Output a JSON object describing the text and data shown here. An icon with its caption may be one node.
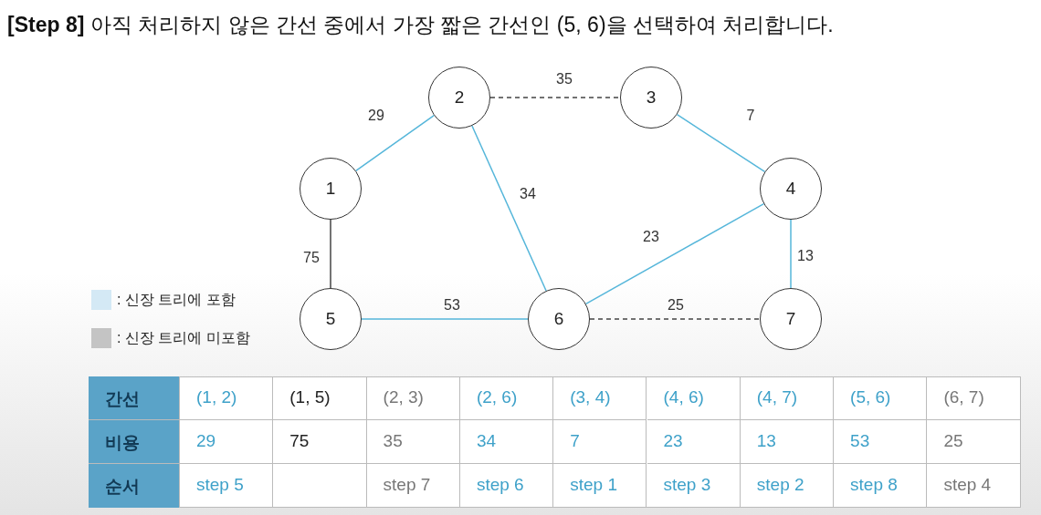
{
  "diagram": {
    "title": "**[Step 8]** 아직 처리하지 않은 간선 중에서 가장 짧은 간선인 (5, 6)을 선택하여 처리합니다.",
    "nodes": [
      {
        "text": [
          "2"
        ]
      },
      {
        "text": [
          "3"
        ]
      },
      {
        "text": [
          "1"
        ]
      },
      {
        "text": [
          "4"
        ]
      },
      {
        "text": [
          "5"
        ]
      },
      {
        "text": [
          "6"
        ]
      },
      {
        "text": [
          "7"
        ]
      }
    ],
    "edges": [
      {
        "from": 2,
        "to": 0,
        "arrow": "none",
        "label": "29"
      },
      {
        "from": 0,
        "to": 1,
        "arrow": "none",
        "label": "35",
        "style": "dashed",
        "color": "#444444"
      },
      {
        "from": 1,
        "to": 3,
        "arrow": "none",
        "label": "7"
      },
      {
        "from": 0,
        "to": 5,
        "arrow": "none",
        "label": "34"
      },
      {
        "from": 2,
        "to": 4,
        "arrow": "none",
        "label": "75",
        "color": "#444444"
      },
      {
        "from": 3,
        "to": 5,
        "arrow": "none",
        "label": "23"
      },
      {
        "from": 3,
        "to": 6,
        "arrow": "none",
        "label": "13"
      },
      {
        "from": 4,
        "to": 5,
        "arrow": "none",
        "label": "53"
      },
      {
        "from": 5,
        "to": 6,
        "arrow": "none",
        "label": "25",
        "style": "dashed",
        "color": "#444444"
      }
    ],
    "labels": [
      "간선",
      "(1, 2)",
      "(1, 5)",
      "(2, 3)",
      "(2, 6)",
      "(3, 4)",
      "(4, 6)",
      "(4, 7)",
      "(5, 6)",
      "(6, 7)",
      "비용",
      "29",
      "75",
      "35",
      "34",
      "7",
      "23",
      "13",
      "53",
      "25",
      "순서",
      "step 5",
      "step 7",
      "step 6",
      "step 1",
      "step 3",
      "step 2",
      "step 8",
      "step 4"
    ],
    "legend": [
      {
        "text": ": 신장 트리에 포함",
        "color": "#d4e9f5"
      },
      {
        "text": ": 신장 트리에 미포함",
        "color": "#c4c4c4"
      }
    ]
  }
}
